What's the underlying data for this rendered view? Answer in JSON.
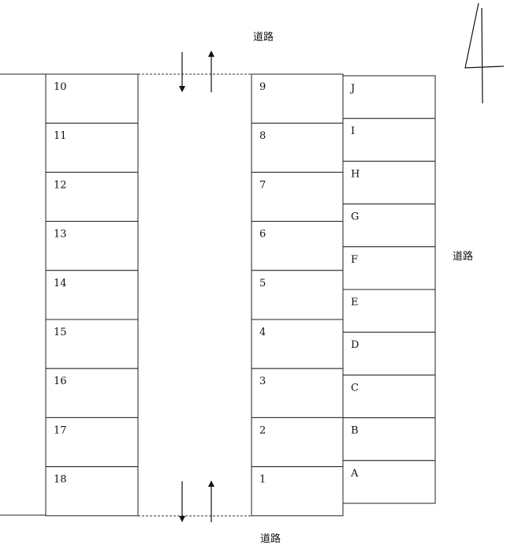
{
  "roads": {
    "top": "道路",
    "right": "道路",
    "bottom": "道路"
  },
  "north_mark": "4",
  "left_column": [
    "10",
    "11",
    "12",
    "13",
    "14",
    "15",
    "16",
    "17",
    "18"
  ],
  "middle_column": [
    "9",
    "8",
    "7",
    "6",
    "5",
    "4",
    "3",
    "2",
    "1"
  ],
  "right_column": [
    "J",
    "I",
    "H",
    "G",
    "F",
    "E",
    "D",
    "C",
    "B",
    "A"
  ],
  "colors": {
    "line": "#222222",
    "background": "#ffffff"
  },
  "icons": {
    "north": "north-arrow-icon",
    "arrow_down": "arrow-down-icon",
    "arrow_up": "arrow-up-icon"
  }
}
